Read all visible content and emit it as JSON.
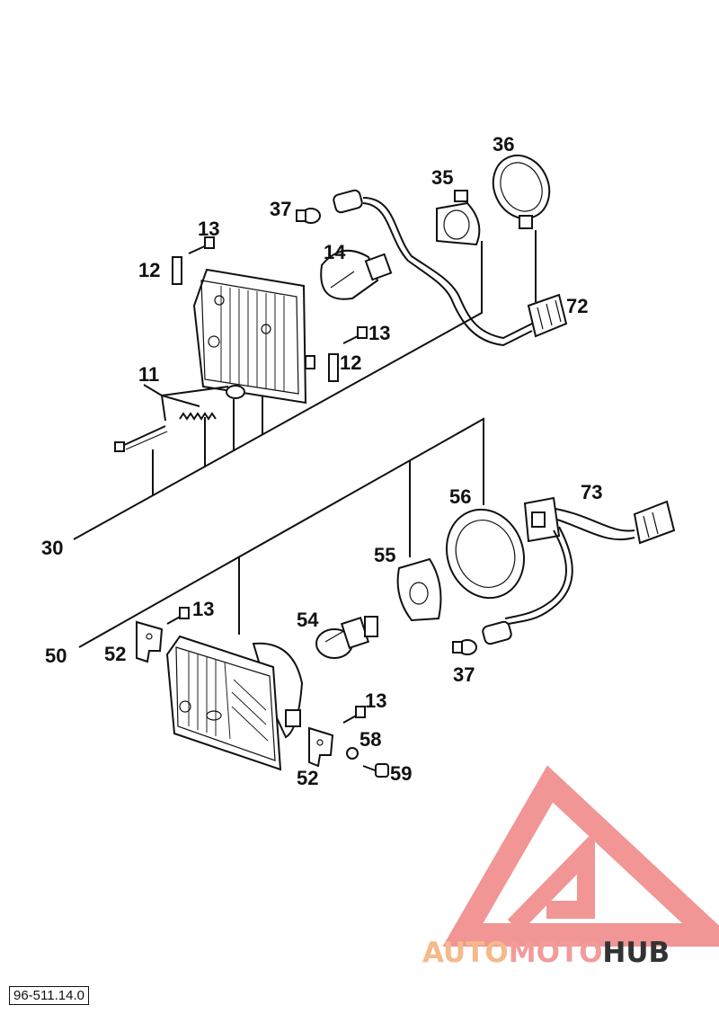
{
  "callouts": [
    {
      "id": "c36",
      "label": "36"
    },
    {
      "id": "c35",
      "label": "35"
    },
    {
      "id": "c37a",
      "label": "37"
    },
    {
      "id": "c13a",
      "label": "13"
    },
    {
      "id": "c14",
      "label": "14"
    },
    {
      "id": "c12a",
      "label": "12"
    },
    {
      "id": "c72",
      "label": "72"
    },
    {
      "id": "c13b",
      "label": "13"
    },
    {
      "id": "c12b",
      "label": "12"
    },
    {
      "id": "c11",
      "label": "11"
    },
    {
      "id": "c56",
      "label": "56"
    },
    {
      "id": "c73",
      "label": "73"
    },
    {
      "id": "c30",
      "label": "30"
    },
    {
      "id": "c55",
      "label": "55"
    },
    {
      "id": "c13c",
      "label": "13"
    },
    {
      "id": "c54",
      "label": "54"
    },
    {
      "id": "c50",
      "label": "50"
    },
    {
      "id": "c52a",
      "label": "52"
    },
    {
      "id": "c37b",
      "label": "37"
    },
    {
      "id": "c13d",
      "label": "13"
    },
    {
      "id": "c58",
      "label": "58"
    },
    {
      "id": "c59",
      "label": "59"
    },
    {
      "id": "c52b",
      "label": "52"
    }
  ],
  "document_number": "96-511.14.0",
  "watermark": {
    "part1": "AUTO",
    "part2": "MOTO",
    "part3": "HUB",
    "colors": {
      "auto": "#f5b98a",
      "moto": "#f29b9b",
      "hub": "#333333",
      "logo": "#f08a8a"
    }
  }
}
